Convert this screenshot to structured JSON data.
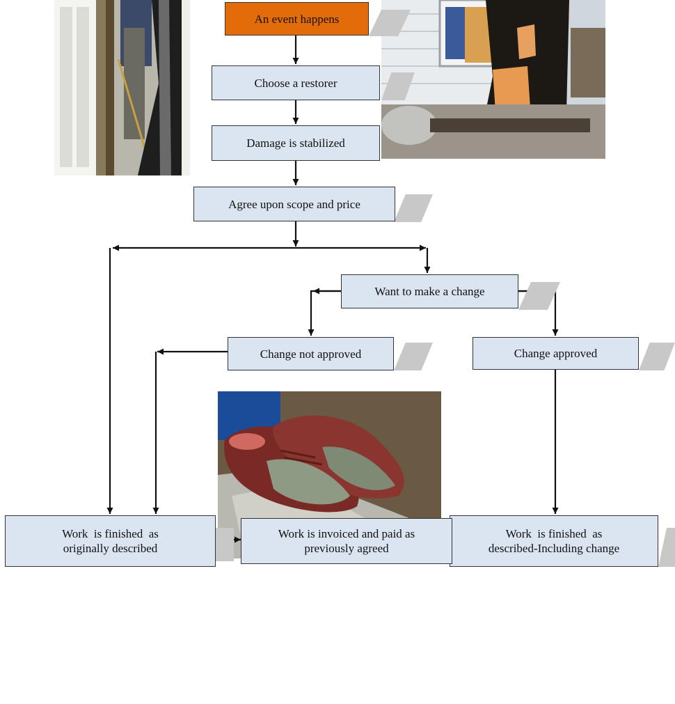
{
  "colors": {
    "box_fill": "#dbe5f1",
    "start_fill": "#e36c0a",
    "border": "#333333",
    "shadow": "#c8c8c8",
    "arrow": "#111111"
  },
  "steps": {
    "event": "An event happens",
    "restorer": "Choose a restorer",
    "stabilized": "Damage is stabilized",
    "scope": "Agree upon scope and price",
    "want_change": "Want to make a change",
    "not_approved": "Change not approved",
    "approved": "Change approved",
    "finished_original_1": "Work  is finished  as",
    "finished_original_2": "originally described",
    "finished_change_1": "Work  is finished  as",
    "finished_change_2": "described-Including change",
    "invoiced_1": "Work is invoiced and paid as",
    "invoiced_2": "previously agreed"
  },
  "images": [
    {
      "name": "doorway-cleanup-photo"
    },
    {
      "name": "burned-house-photo"
    },
    {
      "name": "damaged-shoes-photo"
    }
  ]
}
